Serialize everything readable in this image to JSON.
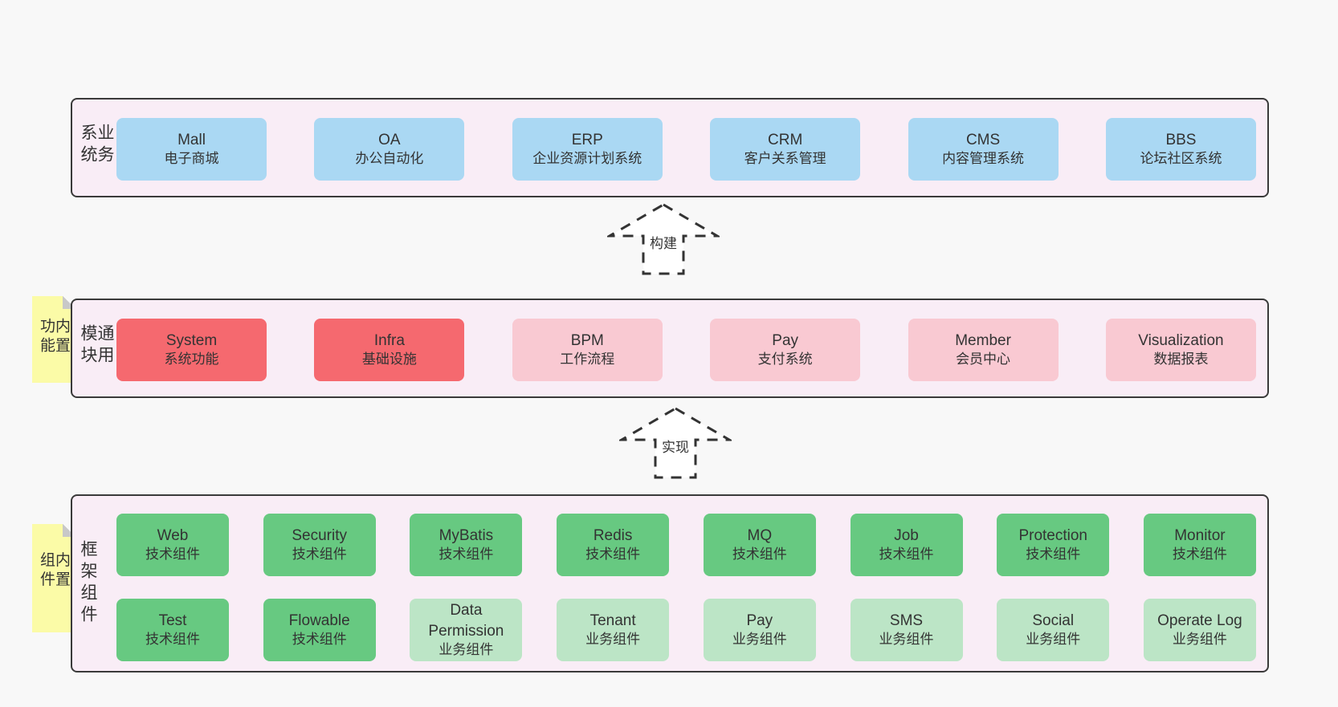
{
  "colors": {
    "page_bg": "#f8f8f8",
    "container_bg": "#f9edf6",
    "container_border": "#3a3a3a",
    "box_blue": "#aad8f3",
    "box_red": "#f5696f",
    "box_pink": "#f9c9d2",
    "box_green": "#67c981",
    "box_light_green": "#bce5c6",
    "note_yellow": "#fbfba7",
    "note_fold_gray": "#c8c8c8",
    "text": "#333333"
  },
  "arrows": [
    {
      "label": "构建"
    },
    {
      "label": "实现"
    }
  ],
  "notes": [
    {
      "label": "内置功能"
    },
    {
      "label": "内置组件"
    }
  ],
  "layers": [
    {
      "label": "业务系统",
      "rows": [
        [
          {
            "name": "Mall",
            "desc": "电子商城",
            "variant": "blue"
          },
          {
            "name": "OA",
            "desc": "办公自动化",
            "variant": "blue"
          },
          {
            "name": "ERP",
            "desc": "企业资源计划系统",
            "variant": "blue"
          },
          {
            "name": "CRM",
            "desc": "客户关系管理",
            "variant": "blue"
          },
          {
            "name": "CMS",
            "desc": "内容管理系统",
            "variant": "blue"
          },
          {
            "name": "BBS",
            "desc": "论坛社区系统",
            "variant": "blue"
          }
        ]
      ]
    },
    {
      "label": "通用模块",
      "rows": [
        [
          {
            "name": "System",
            "desc": "系统功能",
            "variant": "red"
          },
          {
            "name": "Infra",
            "desc": "基础设施",
            "variant": "red"
          },
          {
            "name": "BPM",
            "desc": "工作流程",
            "variant": "pink"
          },
          {
            "name": "Pay",
            "desc": "支付系统",
            "variant": "pink"
          },
          {
            "name": "Member",
            "desc": "会员中心",
            "variant": "pink"
          },
          {
            "name": "Visualization",
            "desc": "数据报表",
            "variant": "pink"
          }
        ]
      ]
    },
    {
      "label": "框架组件",
      "rows": [
        [
          {
            "name": "Web",
            "desc": "技术组件",
            "variant": "green"
          },
          {
            "name": "Security",
            "desc": "技术组件",
            "variant": "green"
          },
          {
            "name": "MyBatis",
            "desc": "技术组件",
            "variant": "green"
          },
          {
            "name": "Redis",
            "desc": "技术组件",
            "variant": "green"
          },
          {
            "name": "MQ",
            "desc": "技术组件",
            "variant": "green"
          },
          {
            "name": "Job",
            "desc": "技术组件",
            "variant": "green"
          },
          {
            "name": "Protection",
            "desc": "技术组件",
            "variant": "green"
          },
          {
            "name": "Monitor",
            "desc": "技术组件",
            "variant": "green"
          }
        ],
        [
          {
            "name": "Test",
            "desc": "技术组件",
            "variant": "green"
          },
          {
            "name": "Flowable",
            "desc": "技术组件",
            "variant": "green"
          },
          {
            "name": "Data Permission",
            "desc": "业务组件",
            "variant": "lgreen"
          },
          {
            "name": "Tenant",
            "desc": "业务组件",
            "variant": "lgreen"
          },
          {
            "name": "Pay",
            "desc": "业务组件",
            "variant": "lgreen"
          },
          {
            "name": "SMS",
            "desc": "业务组件",
            "variant": "lgreen"
          },
          {
            "name": "Social",
            "desc": "业务组件",
            "variant": "lgreen"
          },
          {
            "name": "Operate Log",
            "desc": "业务组件",
            "variant": "lgreen"
          }
        ]
      ]
    }
  ]
}
